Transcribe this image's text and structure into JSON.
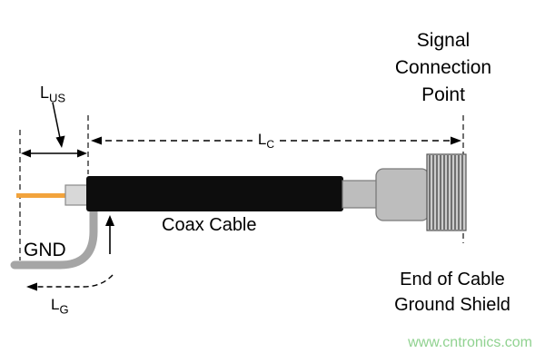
{
  "diagram": {
    "signal_connection_point": {
      "line1": "Signal",
      "line2": "Connection",
      "line3": "Point"
    },
    "coax_cable_label": "Coax Cable",
    "gnd_label": "GND",
    "end_of_cable": {
      "line1": "End of Cable",
      "line2": "Ground Shield"
    },
    "dimensions": {
      "lus": {
        "main": "L",
        "sub": "US"
      },
      "lc": {
        "main": "L",
        "sub": "C"
      },
      "lg": {
        "main": "L",
        "sub": "G"
      }
    },
    "watermark": "www.cntronics.com",
    "colors": {
      "signal_wire_orange": "#F2A33C",
      "coax_cable_black": "#0D0D0D",
      "connector_gray": "#BDBDBD",
      "ground_wire_gray": "#A5A5A5",
      "watermark_green": "#90D290"
    }
  }
}
